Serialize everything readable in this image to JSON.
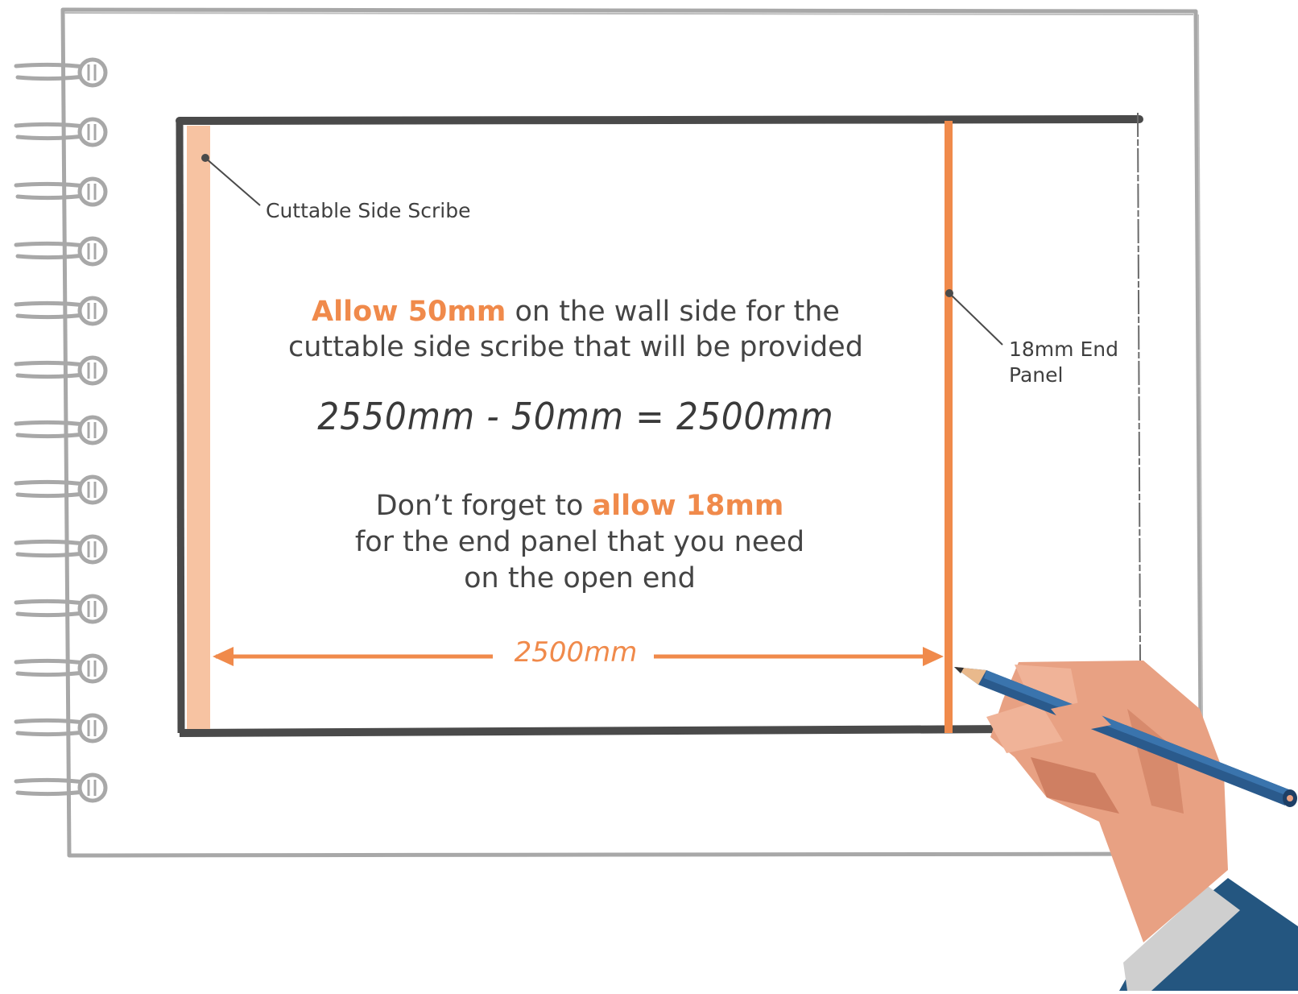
{
  "labels": {
    "side_scribe": "Cuttable Side Scribe",
    "end_panel_line1": "18mm End",
    "end_panel_line2": "Panel"
  },
  "headline": {
    "highlight": "Allow 50mm",
    "rest_line1": " on the wall side for the",
    "line2": "cuttable side scribe that will be provided"
  },
  "equation": "2550mm - 50mm = 2500mm",
  "reminder": {
    "prefix": "Don’t forget to ",
    "highlight": "allow 18mm",
    "line2": "for the end panel that you need",
    "line3": "on the open end"
  },
  "dimension": {
    "label": "2500mm"
  },
  "colors": {
    "accent": "#f08a4b",
    "scribe_fill": "#f7c3a2",
    "frame": "#4a4a4a",
    "paper_outline": "#a8a8a8",
    "skin": "#e8a183",
    "pencil": "#2a5a8c",
    "sleeve": "#245680"
  }
}
